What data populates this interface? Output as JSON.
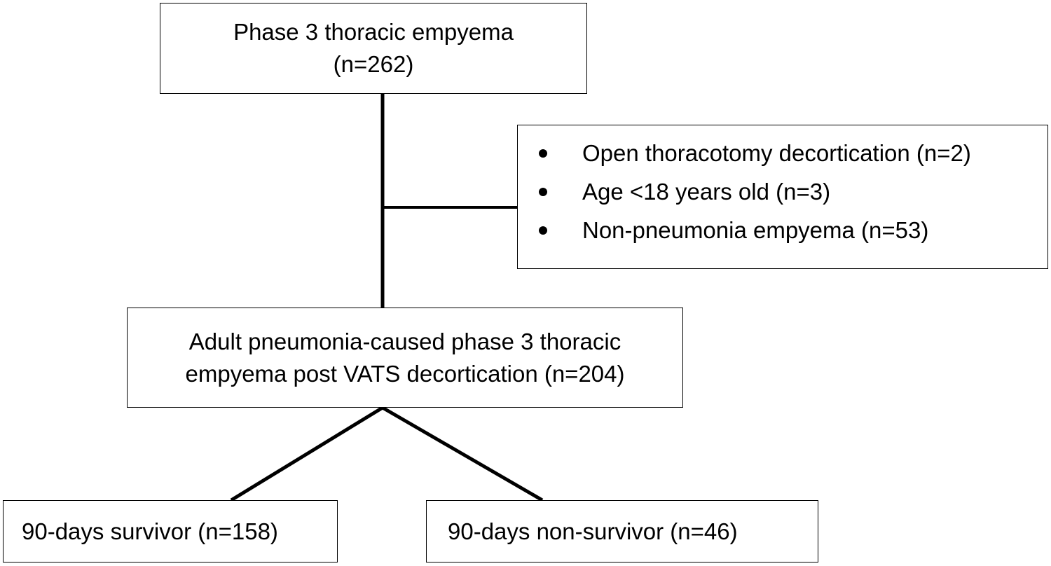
{
  "flowchart": {
    "top_box": {
      "line1": "Phase 3 thoracic empyema",
      "line2": "(n=262)"
    },
    "exclusions": [
      {
        "label": "Open thoracotomy decortication (n=2)"
      },
      {
        "label": "Age <18 years old (n=3)"
      },
      {
        "label": "Non-pneumonia empyema (n=53)"
      }
    ],
    "cohort_box": {
      "line1": "Adult pneumonia-caused phase 3 thoracic",
      "line2": "empyema post VATS decortication (n=204)"
    },
    "outcome_left": {
      "label": "90-days survivor (n=158)"
    },
    "outcome_right": {
      "label": "90-days non-survivor (n=46)"
    }
  },
  "colors": {
    "line": "#000000",
    "border": "#000000",
    "background": "#ffffff",
    "text": "#000000"
  }
}
